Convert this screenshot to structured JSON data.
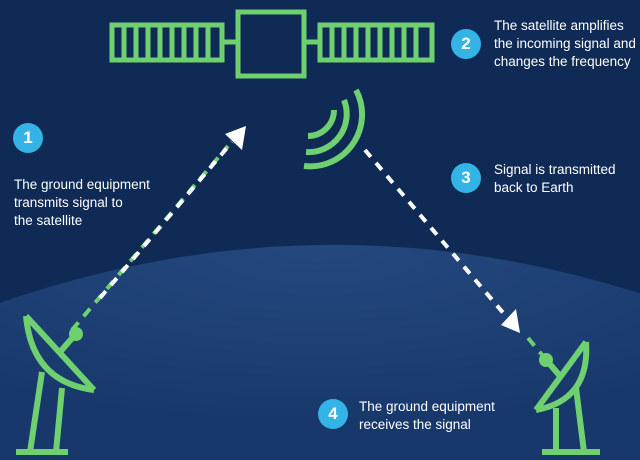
{
  "colors": {
    "sky": "#0f2a55",
    "earth": "#1b3d72",
    "accent_green": "#6fd070",
    "badge_blue": "#33b3e6",
    "text": "#ffffff"
  },
  "icons": [
    "satellite-icon",
    "satellite-dish-icon",
    "signal-waves-icon",
    "arrow-icon"
  ],
  "steps": [
    {
      "number": "1",
      "lines": [
        "The ground equipment",
        "transmits signal to",
        "the satellite"
      ]
    },
    {
      "number": "2",
      "lines": [
        "The satellite amplifies",
        "the incoming signal and",
        "changes the frequency"
      ]
    },
    {
      "number": "3",
      "lines": [
        "Signal is transmitted",
        "back to Earth"
      ]
    },
    {
      "number": "4",
      "lines": [
        "The ground equipment",
        "receives the signal"
      ]
    }
  ]
}
